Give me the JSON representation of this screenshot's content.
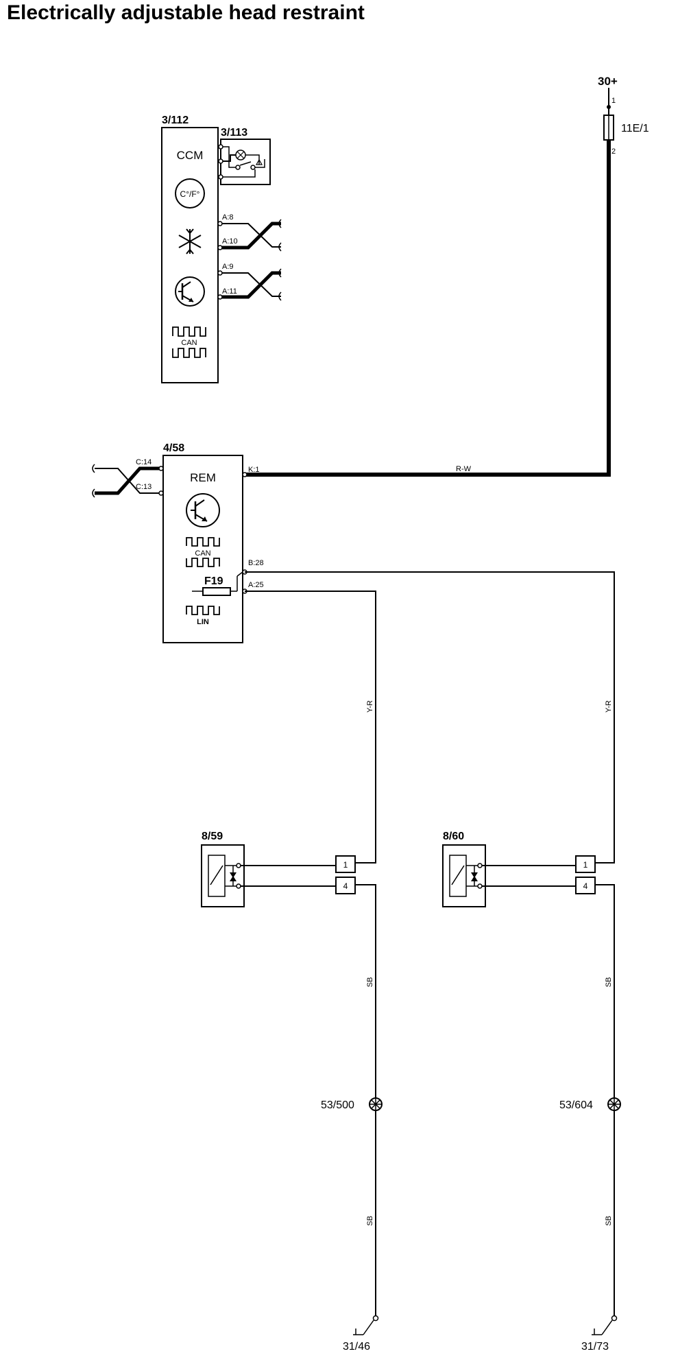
{
  "title": "Electrically adjustable head restraint",
  "supply": {
    "label": "30+",
    "fuse": "11E/1",
    "pin_in": "1",
    "pin_out": "2"
  },
  "ccm": {
    "id": "3/112",
    "name": "CCM",
    "temp_icon_text": "C°/F°",
    "can_label": "CAN",
    "pins": [
      "A:8",
      "A:10",
      "A:9",
      "A:11"
    ]
  },
  "unit_3113": {
    "id": "3/113"
  },
  "rem": {
    "id": "4/58",
    "name": "REM",
    "can_label": "CAN",
    "lin_label": "LIN",
    "fuse": "F19",
    "pins": {
      "c14": "C:14",
      "c13": "C:13",
      "k1": "K:1",
      "b28": "B:28",
      "a25": "A:25"
    }
  },
  "wire_colors": {
    "supply": "R-W",
    "signal_left": "Y-R",
    "signal_right": "Y-R",
    "ground": "SB"
  },
  "actuators": [
    {
      "id": "8/59",
      "pin_top": "1",
      "pin_bottom": "4",
      "splice": "53/500",
      "ground": "31/46"
    },
    {
      "id": "8/60",
      "pin_top": "1",
      "pin_bottom": "4",
      "splice": "53/604",
      "ground": "31/73"
    }
  ]
}
